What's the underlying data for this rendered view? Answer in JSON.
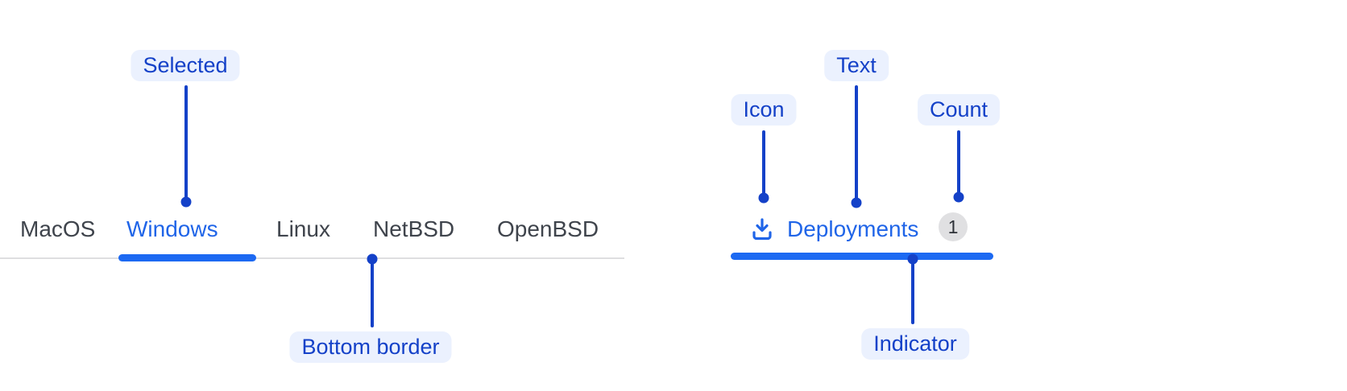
{
  "colors": {
    "annotation_blue": "#1441C8",
    "annotation_pill_bg": "#EBF1FE",
    "active_tab_blue": "#2065E8",
    "indicator_blue": "#1C69F2",
    "inactive_tab_text": "#3F444C",
    "divider_gray": "#DEDEE0",
    "badge_bg": "#E0E0E2",
    "badge_text": "#2E3238"
  },
  "left_tabs": {
    "annotations": {
      "selected": "Selected",
      "bottom_border": "Bottom border"
    },
    "items": [
      {
        "label": "MacOS",
        "active": false
      },
      {
        "label": "Windows",
        "active": true
      },
      {
        "label": "Linux",
        "active": false
      },
      {
        "label": "NetBSD",
        "active": false
      },
      {
        "label": "OpenBSD",
        "active": false
      }
    ]
  },
  "right_tab": {
    "annotations": {
      "icon": "Icon",
      "text": "Text",
      "count": "Count",
      "indicator": "Indicator"
    },
    "icon": "download-icon",
    "label": "Deployments",
    "count": "1"
  }
}
